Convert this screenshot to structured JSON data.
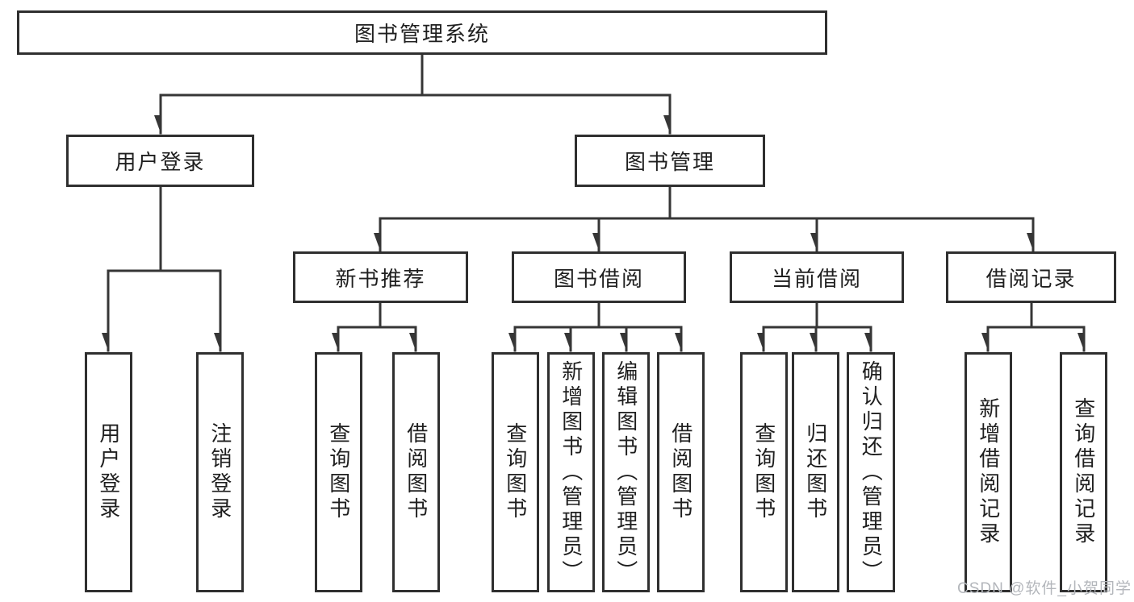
{
  "tree": {
    "root": "图书管理系统",
    "branches": [
      {
        "label": "用户登录",
        "children": [
          "用户登录",
          "注销登录"
        ]
      },
      {
        "label": "图书管理",
        "groups": [
          {
            "label": "新书推荐",
            "children": [
              "查询图书",
              "借阅图书"
            ]
          },
          {
            "label": "图书借阅",
            "children": [
              "查询图书",
              "新增图书（管理员）",
              "编辑图书（管理员）",
              "借阅图书"
            ]
          },
          {
            "label": "当前借阅",
            "children": [
              "查询图书",
              "归还图书",
              "确认归还（管理员）"
            ]
          },
          {
            "label": "借阅记录",
            "children": [
              "新增借阅记录",
              "查询借阅记录"
            ]
          }
        ]
      }
    ]
  },
  "watermark": "CSDN @软件_小贺同学",
  "colors": {
    "line": "#363636",
    "box_border": "#2f2f2f",
    "text": "#1f1f1f",
    "watermark": "#b3b6bb",
    "background": "#ffffff"
  }
}
